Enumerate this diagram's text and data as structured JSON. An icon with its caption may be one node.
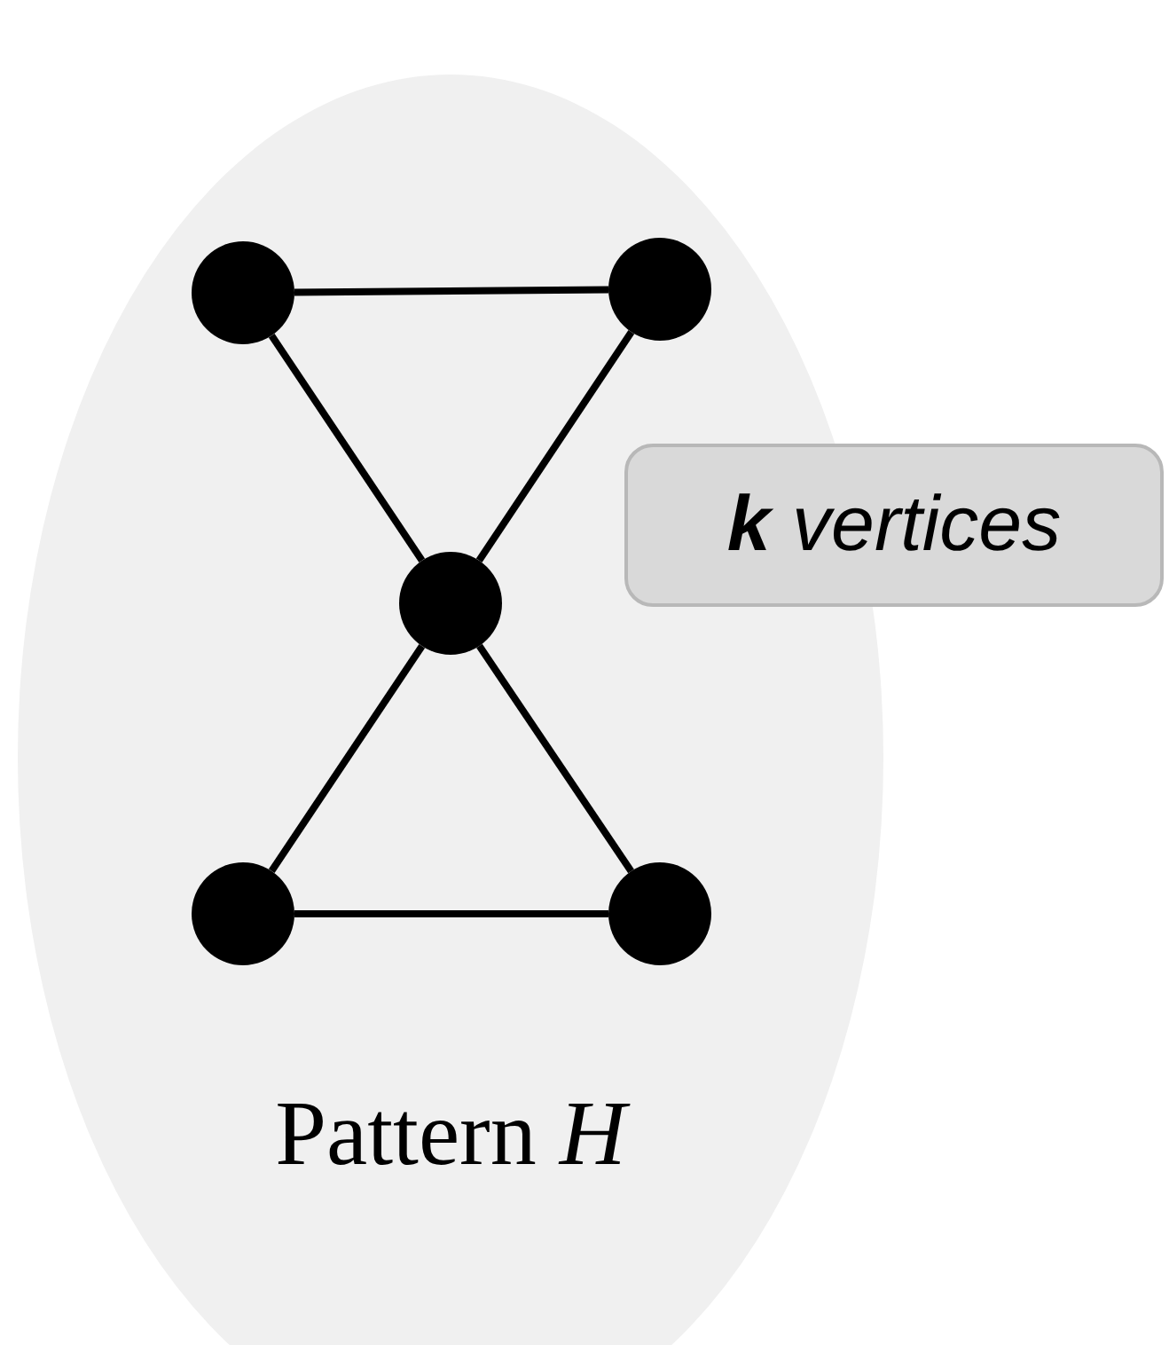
{
  "diagram": {
    "nodes": [
      {
        "text": [
          "Pattern *H*"
        ]
      },
      {
        "text": [],
        "shape": "circle",
        "in": 0
      },
      {
        "text": [],
        "shape": "circle",
        "in": 0
      },
      {
        "text": [],
        "shape": "circle",
        "in": 0
      },
      {
        "text": [],
        "shape": "circle",
        "in": 0
      },
      {
        "text": [],
        "shape": "circle",
        "in": 0
      },
      {
        "text": [
          "**k** vertices"
        ]
      }
    ],
    "edges": [
      {
        "from": 1,
        "to": 2,
        "arrow": "none"
      },
      {
        "from": 1,
        "to": 3,
        "arrow": "none"
      },
      {
        "from": 2,
        "to": 3,
        "arrow": "none"
      },
      {
        "from": 3,
        "to": 4,
        "arrow": "none"
      },
      {
        "from": 3,
        "to": 5,
        "arrow": "none"
      },
      {
        "from": 4,
        "to": 5,
        "arrow": "none"
      }
    ]
  }
}
